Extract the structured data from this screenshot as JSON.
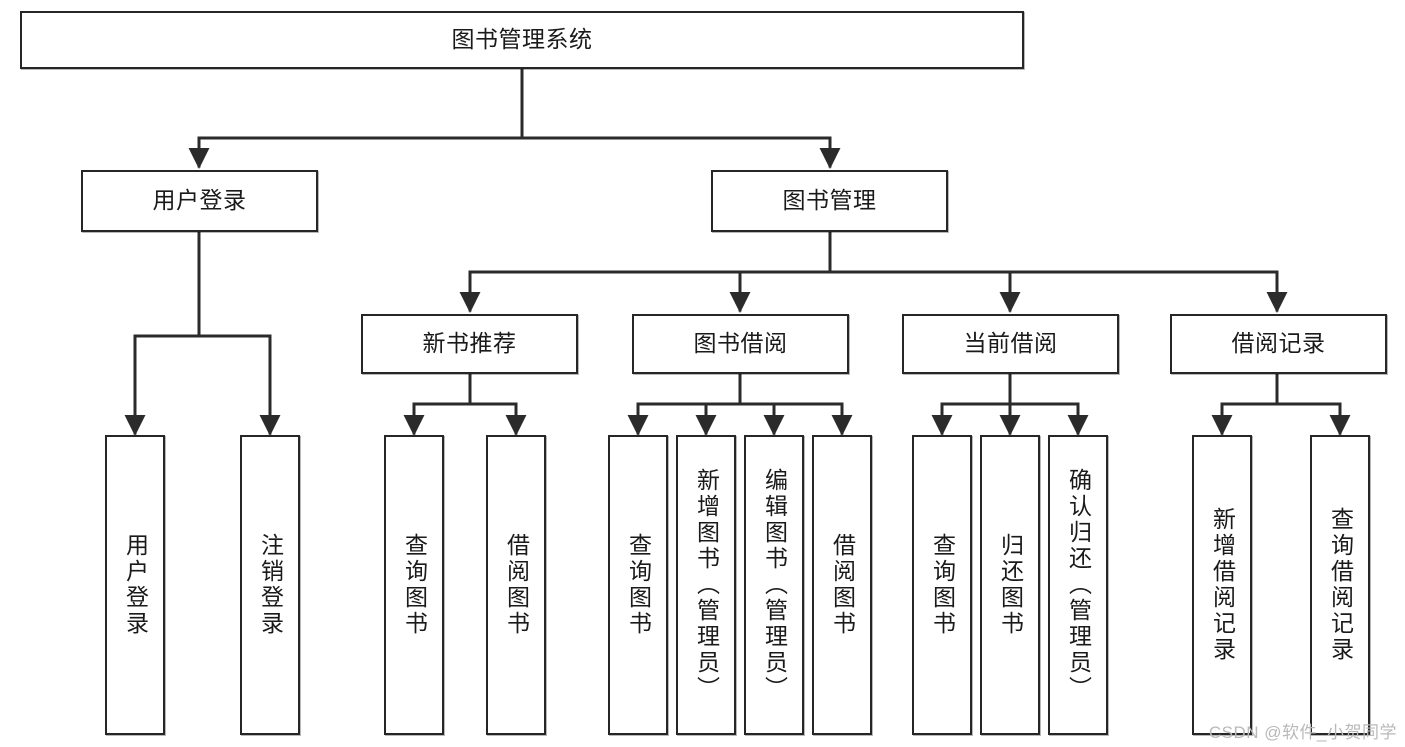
{
  "diagram": {
    "title": "图书管理系统",
    "type": "tree",
    "colors": {
      "box_border": "#262626",
      "box_fill": "#ffffff",
      "edge": "#2b2b2b",
      "text": "#1a1a1a",
      "watermark": "#b9b9b9"
    },
    "levels": {
      "root": "图书管理系统",
      "level2": [
        "用户登录",
        "图书管理"
      ],
      "level3": [
        "新书推荐",
        "图书借阅",
        "当前借阅",
        "借阅记录"
      ],
      "level4": [
        "用户登录",
        "注销登录",
        "查询图书",
        "借阅图书",
        "查询图书",
        "新增图书（管理员）",
        "编辑图书（管理员）",
        "借阅图书",
        "查询图书",
        "归还图书",
        "确认归还（管理员）",
        "新增借阅记录",
        "查询借阅记录"
      ]
    },
    "nodes": {
      "root": {
        "label": "图书管理系统"
      },
      "user_login": {
        "label": "用户登录"
      },
      "book_manage": {
        "label": "图书管理"
      },
      "new_book_rec": {
        "label": "新书推荐"
      },
      "book_borrow": {
        "label": "图书借阅"
      },
      "current_borrow": {
        "label": "当前借阅"
      },
      "borrow_record": {
        "label": "借阅记录"
      },
      "leaf_user_login": {
        "label": "用户登录"
      },
      "leaf_logout": {
        "label": "注销登录"
      },
      "leaf_query_book_1": {
        "label": "查询图书"
      },
      "leaf_borrow_book_1": {
        "label": "借阅图书"
      },
      "leaf_query_book_2": {
        "label": "查询图书"
      },
      "leaf_add_book": {
        "label": "新增图书（管理员）"
      },
      "leaf_edit_book": {
        "label": "编辑图书（管理员）"
      },
      "leaf_borrow_book_2": {
        "label": "借阅图书"
      },
      "leaf_query_book_3": {
        "label": "查询图书"
      },
      "leaf_return_book": {
        "label": "归还图书"
      },
      "leaf_confirm_return": {
        "label": "确认归还（管理员）"
      },
      "leaf_add_record": {
        "label": "新增借阅记录"
      },
      "leaf_query_record": {
        "label": "查询借阅记录"
      }
    },
    "edges": [
      {
        "from": "root",
        "to": "user_login"
      },
      {
        "from": "root",
        "to": "book_manage"
      },
      {
        "from": "user_login",
        "to": "leaf_user_login"
      },
      {
        "from": "user_login",
        "to": "leaf_logout"
      },
      {
        "from": "book_manage",
        "to": "new_book_rec"
      },
      {
        "from": "book_manage",
        "to": "book_borrow"
      },
      {
        "from": "book_manage",
        "to": "current_borrow"
      },
      {
        "from": "book_manage",
        "to": "borrow_record"
      },
      {
        "from": "new_book_rec",
        "to": "leaf_query_book_1"
      },
      {
        "from": "new_book_rec",
        "to": "leaf_borrow_book_1"
      },
      {
        "from": "book_borrow",
        "to": "leaf_query_book_2"
      },
      {
        "from": "book_borrow",
        "to": "leaf_add_book"
      },
      {
        "from": "book_borrow",
        "to": "leaf_edit_book"
      },
      {
        "from": "book_borrow",
        "to": "leaf_borrow_book_2"
      },
      {
        "from": "current_borrow",
        "to": "leaf_query_book_3"
      },
      {
        "from": "current_borrow",
        "to": "leaf_return_book"
      },
      {
        "from": "current_borrow",
        "to": "leaf_confirm_return"
      },
      {
        "from": "borrow_record",
        "to": "leaf_add_record"
      },
      {
        "from": "borrow_record",
        "to": "leaf_query_record"
      }
    ]
  },
  "watermark": {
    "text": "CSDN @软件_小贺同学"
  }
}
